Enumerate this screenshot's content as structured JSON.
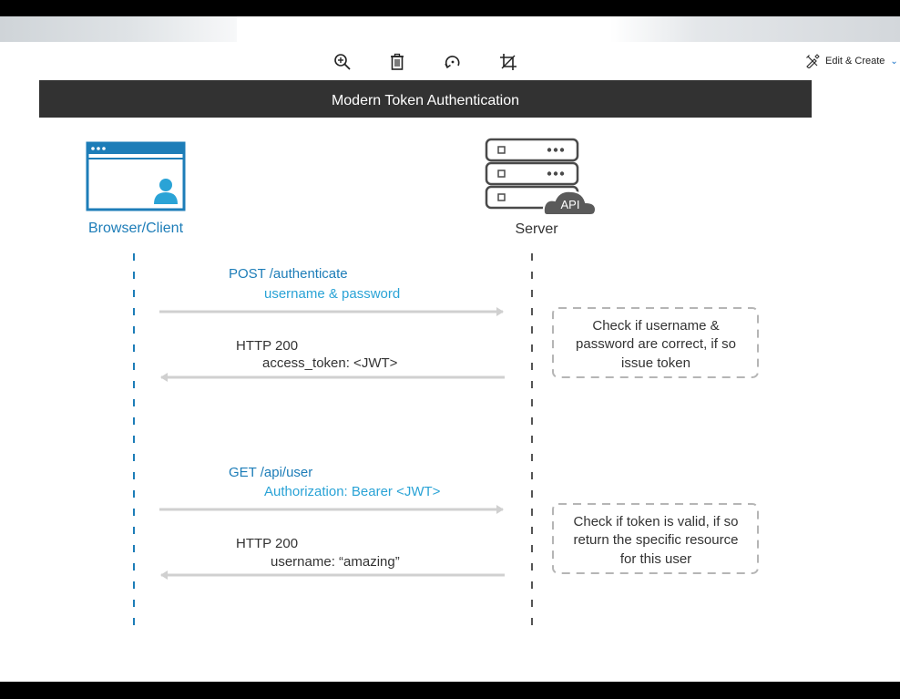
{
  "toolbar": {
    "edit_create_label": "Edit & Create",
    "tools": [
      "zoom-in-icon",
      "delete-icon",
      "rotate-icon",
      "crop-icon"
    ]
  },
  "diagram": {
    "title": "Modern Token Authentication",
    "client_label": "Browser/Client",
    "server_label": "Server",
    "api_badge": "API",
    "colors": {
      "title_bar": "#323232",
      "client_blue": "#1d7db8",
      "request_text": "#2aa3d6",
      "server_gray": "#4a4a4a",
      "arrow_gray": "#d0d0d0"
    },
    "messages": [
      {
        "line1": "POST /authenticate",
        "line2": "username & password"
      },
      {
        "line1": "HTTP 200",
        "line2": "access_token: <JWT>"
      },
      {
        "line1": "GET /api/user",
        "line2": "Authorization: Bearer <JWT>"
      },
      {
        "line1": "HTTP 200",
        "line2": "username: “amazing”"
      }
    ],
    "notes": [
      {
        "lines": [
          "Check if username &",
          "password are correct, if so",
          "issue token"
        ]
      },
      {
        "lines": [
          "Check if token is valid, if so",
          "return the specific resource",
          "for this user"
        ]
      }
    ]
  }
}
